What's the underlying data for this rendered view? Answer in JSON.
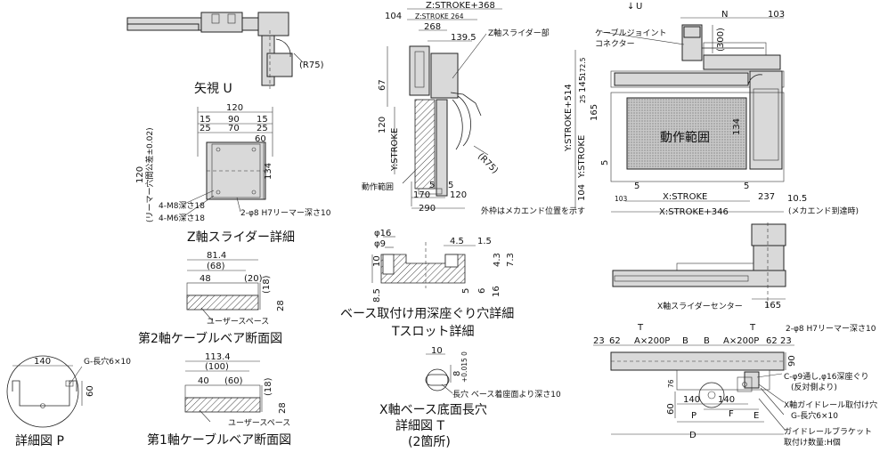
{
  "labels": {
    "view_u": "矢視 U",
    "z_slider_detail": "Z軸スライダー詳細",
    "axis2_section": "第2軸ケーブルベア断面図",
    "axis1_section": "第1軸ケーブルベア断面図",
    "detail_p": "詳細図 P",
    "base_counterbore": "ベース取付け用深座ぐり穴詳細",
    "t_slot": "Tスロット詳細",
    "x_base_hole": "X軸ベース底面長穴",
    "detail_t": "詳細図 T",
    "two_places": "(2箇所)",
    "z_slider_part": "Z軸スライダー部",
    "cable_joint": "ケーブルジョイント",
    "connector": "コネクター",
    "operating_range": "動作範囲",
    "work_range_big": "動作範囲",
    "outer_frame_note": "外枠はメカエンド位置を示す",
    "mech_end_note": "(メカエンド到達時)",
    "x_slider_center": "X軸スライダーセンター",
    "user_space": "ユーザースペース",
    "reamer_note_left": "(リーマー穴間公差±0.02)",
    "long_hole_note": "長穴 ベース着座面より深さ10",
    "reamer_2_8": "2-φ8 H7リーマー深さ10",
    "reamer_2_8b": "2-φ8 H7リーマー深さ10",
    "c_hole": "C-φ9通し,φ16深座ぐり",
    "c_hole_b": "(反対側より)",
    "g_slot": "G-長穴6×10",
    "g_slot_b": "G-長穴6×10",
    "rail_bracket": "ガイドレールブラケット",
    "rail_bracket_b": "取付け数量:H個",
    "x_rail_note": "X軸ガイドレール取付け穴",
    "m8": "4-M8深さ18",
    "m6": "4-M6深さ18",
    "u_arrow": "U"
  },
  "dims": {
    "z_stroke_368": "Z:STROKE+368",
    "z_stroke_264": "Z:STROKE 264",
    "d104": "104",
    "d268": "268",
    "d139_5": "139.5",
    "d67": "67",
    "d120v": "120",
    "y_stroke": "Y:STROKE",
    "d5a": "5",
    "d170": "170",
    "d120b": "120",
    "d290": "290",
    "d5b": "5",
    "r75a": "(R75)",
    "r75b": "(R75)",
    "n": "N",
    "d103": "103",
    "d300": "(300)",
    "y_stroke_514": "Y:STROKE+514",
    "y_stroke_b": "Y:STROKE",
    "d172_5": "172.5",
    "d145": "145",
    "d25": "25",
    "d165": "165",
    "d134": "134",
    "d5c": "5",
    "d104b": "104",
    "d5d": "5",
    "d5e": "5",
    "x_stroke": "X:STROKE",
    "x_stroke_346": "X:STROKE+346",
    "d103b": "103",
    "d237": "237",
    "d10_5": "10.5",
    "zs_120": "120",
    "zs_15a": "15",
    "zs_90": "90",
    "zs_15b": "15",
    "zs_25a": "25",
    "zs_70": "70",
    "zs_25b": "25",
    "zs_60": "60",
    "zs_120v": "120",
    "zs_134": "134",
    "c2_81_4": "81.4",
    "c2_68": "(68)",
    "c2_48": "48",
    "c2_20": "(20)",
    "c2_18": "(18)",
    "c2_28": "28",
    "c1_113_4": "113.4",
    "c1_100": "(100)",
    "c1_40": "40",
    "c1_60": "(60)",
    "c1_18": "(18)",
    "c1_28": "28",
    "p_140": "140",
    "p_60": "60",
    "b_16": "φ16",
    "b_9": "φ9",
    "b_10": "10",
    "b_8_5": "8.5",
    "b_4_5": "4.5",
    "b_1_5": "1.5",
    "b_4_3": "4.3",
    "b_7_3": "7.3",
    "b_5": "5",
    "b_6": "6",
    "b_16b": "16",
    "t_10": "10",
    "t_8": "8",
    "t_tol": "+0.015 0",
    "xb_165": "165",
    "xb_t1": "T",
    "xb_t2": "T",
    "xb_23": "23",
    "xb_62a": "62",
    "xb_ax200p_a": "A×200P",
    "xb_b1": "B",
    "xb_b2": "B",
    "xb_ax200p_b": "A×200P",
    "xb_62b": "62",
    "xb_23b": "23",
    "xb_90": "90",
    "xb_76": "76",
    "xb_60": "60",
    "xb_140a": "140",
    "xb_140b": "140",
    "xb_p": "P",
    "xb_f": "F",
    "xb_e": "E",
    "xb_d": "D"
  },
  "colors": {
    "line": "#222222",
    "body": "#d9d9d9",
    "hatch": "#555555"
  }
}
